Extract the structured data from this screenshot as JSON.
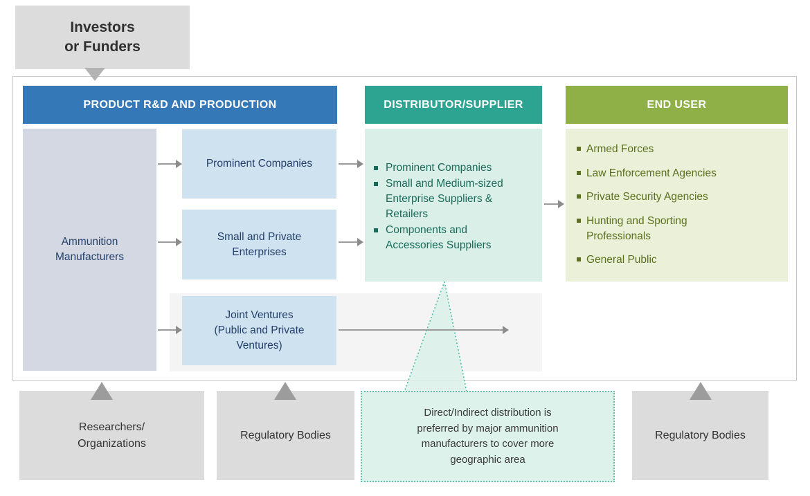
{
  "diagram": {
    "investors": {
      "lines": [
        "Investors",
        "or Funders"
      ]
    },
    "headers": {
      "rd": "PRODUCT R&D AND PRODUCTION",
      "distributor": "DISTRIBUTOR/SUPPLIER",
      "end_user": "END USER"
    },
    "rd_nodes": {
      "manufacturers": {
        "lines": [
          "Ammunition",
          "Manufacturers"
        ]
      },
      "prominent": "Prominent Companies",
      "small_private": {
        "lines": [
          "Small and Private",
          "Enterprises"
        ]
      },
      "joint_ventures": {
        "lines": [
          "Joint Ventures",
          "(Public and Private",
          "Ventures)"
        ]
      }
    },
    "distributor_items": [
      "Prominent Companies",
      "Small and Medium-sized Enterprise Suppliers & Retailers",
      "Components and Accessories Suppliers"
    ],
    "end_user_items": [
      "Armed Forces",
      "Law Enforcement Agencies",
      "Private Security Agencies",
      "Hunting and Sporting Professionals",
      "General Public"
    ],
    "bottom": {
      "researchers": {
        "lines": [
          "Researchers/",
          "Organizations"
        ]
      },
      "regulatory_left": "Regulatory Bodies",
      "note": {
        "lines": [
          "Direct/Indirect distribution is",
          "preferred by major ammunition",
          "manufacturers to cover more",
          "geographic area"
        ]
      },
      "regulatory_right": "Regulatory Bodies"
    },
    "colors": {
      "rd_header_bg": "#3478b7",
      "distributor_header_bg": "#2da392",
      "end_user_header_bg": "#8fb046",
      "rd_node_bg": "#cfe2f0",
      "manufacturers_bg": "#d4d8e3",
      "distributor_body_bg": "#d9efe8",
      "distributor_text": "#1a6a59",
      "end_user_body_bg": "#ebf0d9",
      "end_user_text": "#5b701d",
      "note_bg": "#def2ec",
      "note_border": "#5ec2ab",
      "gray_box_bg": "#dcdcdc",
      "arrow_gray": "#9b9b9b"
    }
  }
}
